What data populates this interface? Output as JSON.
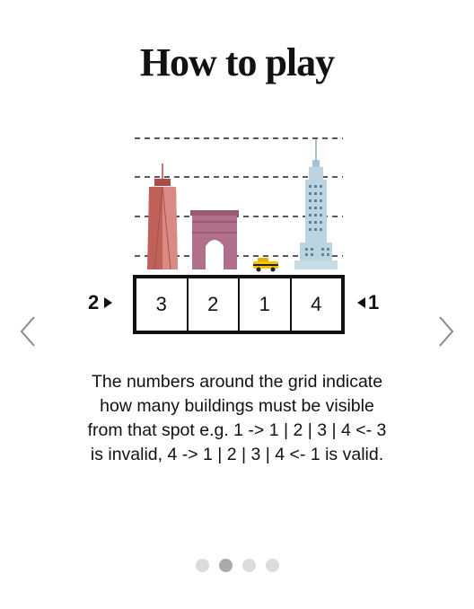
{
  "title": "How to play",
  "grid": {
    "cells": [
      "3",
      "2",
      "1",
      "4"
    ]
  },
  "clues": {
    "left": "2",
    "right": "1"
  },
  "description": "The numbers around the grid indicate how many buildings must be visible from that spot e.g. 1 -> 1 | 2 | 3 | 4 <- 3 is invalid, 4 -> 1 | 2 | 3 | 4 <- 1 is valid.",
  "icons": {
    "prev": "chevron-left-icon",
    "next": "chevron-right-icon",
    "buildings": [
      "one-world-trade-center",
      "washington-square-arch",
      "taxi",
      "empire-state-building"
    ]
  },
  "pagination": {
    "pages": 4,
    "current": 2
  },
  "colors": {
    "tower": "#c0625a",
    "arch": "#b0708c",
    "taxi": "#f4c20d",
    "empire": "#bcd3e0"
  }
}
